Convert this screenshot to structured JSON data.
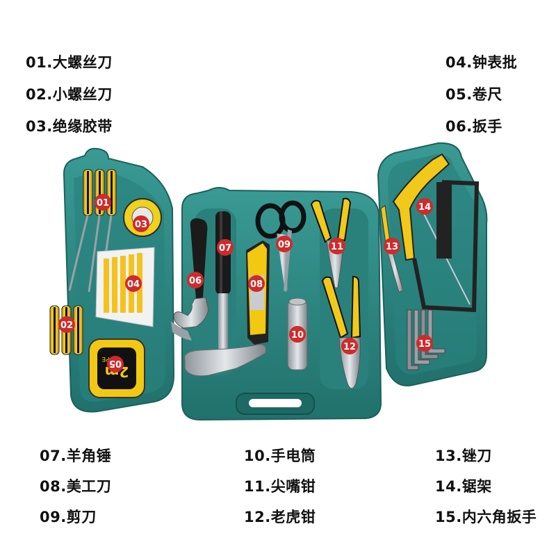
{
  "labels": {
    "l01": "01.大螺丝刀",
    "l02": "02.小螺丝刀",
    "l03": "03.绝缘胶带",
    "l04": "04.钟表批",
    "l05": "05.卷尺",
    "l06": "06.扳手",
    "l07": "07.羊角锤",
    "l08": "08.美工刀",
    "l09": "09.剪刀",
    "l10": "10.手电筒",
    "l11": "11.尖嘴钳",
    "l12": "12.老虎钳",
    "l13": "13.锉刀",
    "l14": "14.锯架",
    "l15": "15.内六角扳手"
  },
  "badges": {
    "b01": "01",
    "b02": "02",
    "b03": "03",
    "b04": "04",
    "b05": "05",
    "b06": "06",
    "b07": "07",
    "b08": "08",
    "b09": "09",
    "b10": "10",
    "b11": "11",
    "b12": "12",
    "b13": "13",
    "b14": "14",
    "b15": "15"
  },
  "tape": {
    "text": "2m",
    "brand": "PE"
  },
  "colors": {
    "case": "#2f8a85",
    "case_dark": "#1f6c67",
    "badge": "#d02a2a",
    "yellow": "#f2c81a"
  }
}
